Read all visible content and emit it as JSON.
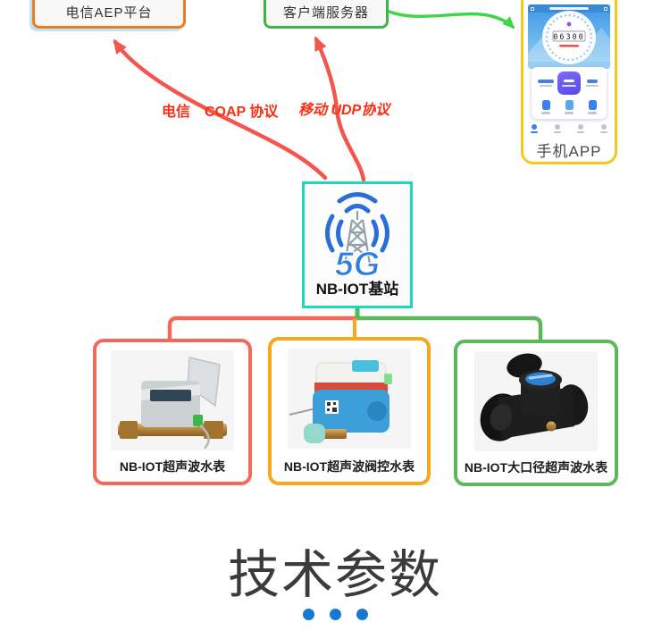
{
  "diagram": {
    "top_nodes": {
      "aep": {
        "label": "电信AEP平台",
        "border": "#f07a1e"
      },
      "server": {
        "label": "客户端服务器",
        "border": "#3cb549"
      },
      "phone": {
        "label": "手机APP",
        "border": "#f7c71f",
        "meter_reading": "06300"
      }
    },
    "protocol_labels": {
      "telecom": "电信　COAP 协议",
      "mobile": "移动 UDP协议",
      "color": "#fb2e14"
    },
    "base_station": {
      "label": "NB-IOT基站",
      "badge": "5G",
      "border": "#1fd6c3"
    },
    "products": [
      {
        "label": "NB-IOT超声波水表",
        "border": "#f4695c"
      },
      {
        "label": "NB-IOT超声波阀控水表",
        "border": "#f6a81f"
      },
      {
        "label": "NB-IOT大口径超声波水表",
        "border": "#5cb85a"
      }
    ],
    "arrow_colors": {
      "red_arrow": "#f4564e",
      "green_arrow": "#3fd648",
      "connector_left": "#f4695c",
      "connector_mid": "#f6a81f",
      "connector_right": "#5cb85a"
    }
  },
  "section": {
    "title": "技术参数",
    "dot_color": "#1778d1"
  }
}
